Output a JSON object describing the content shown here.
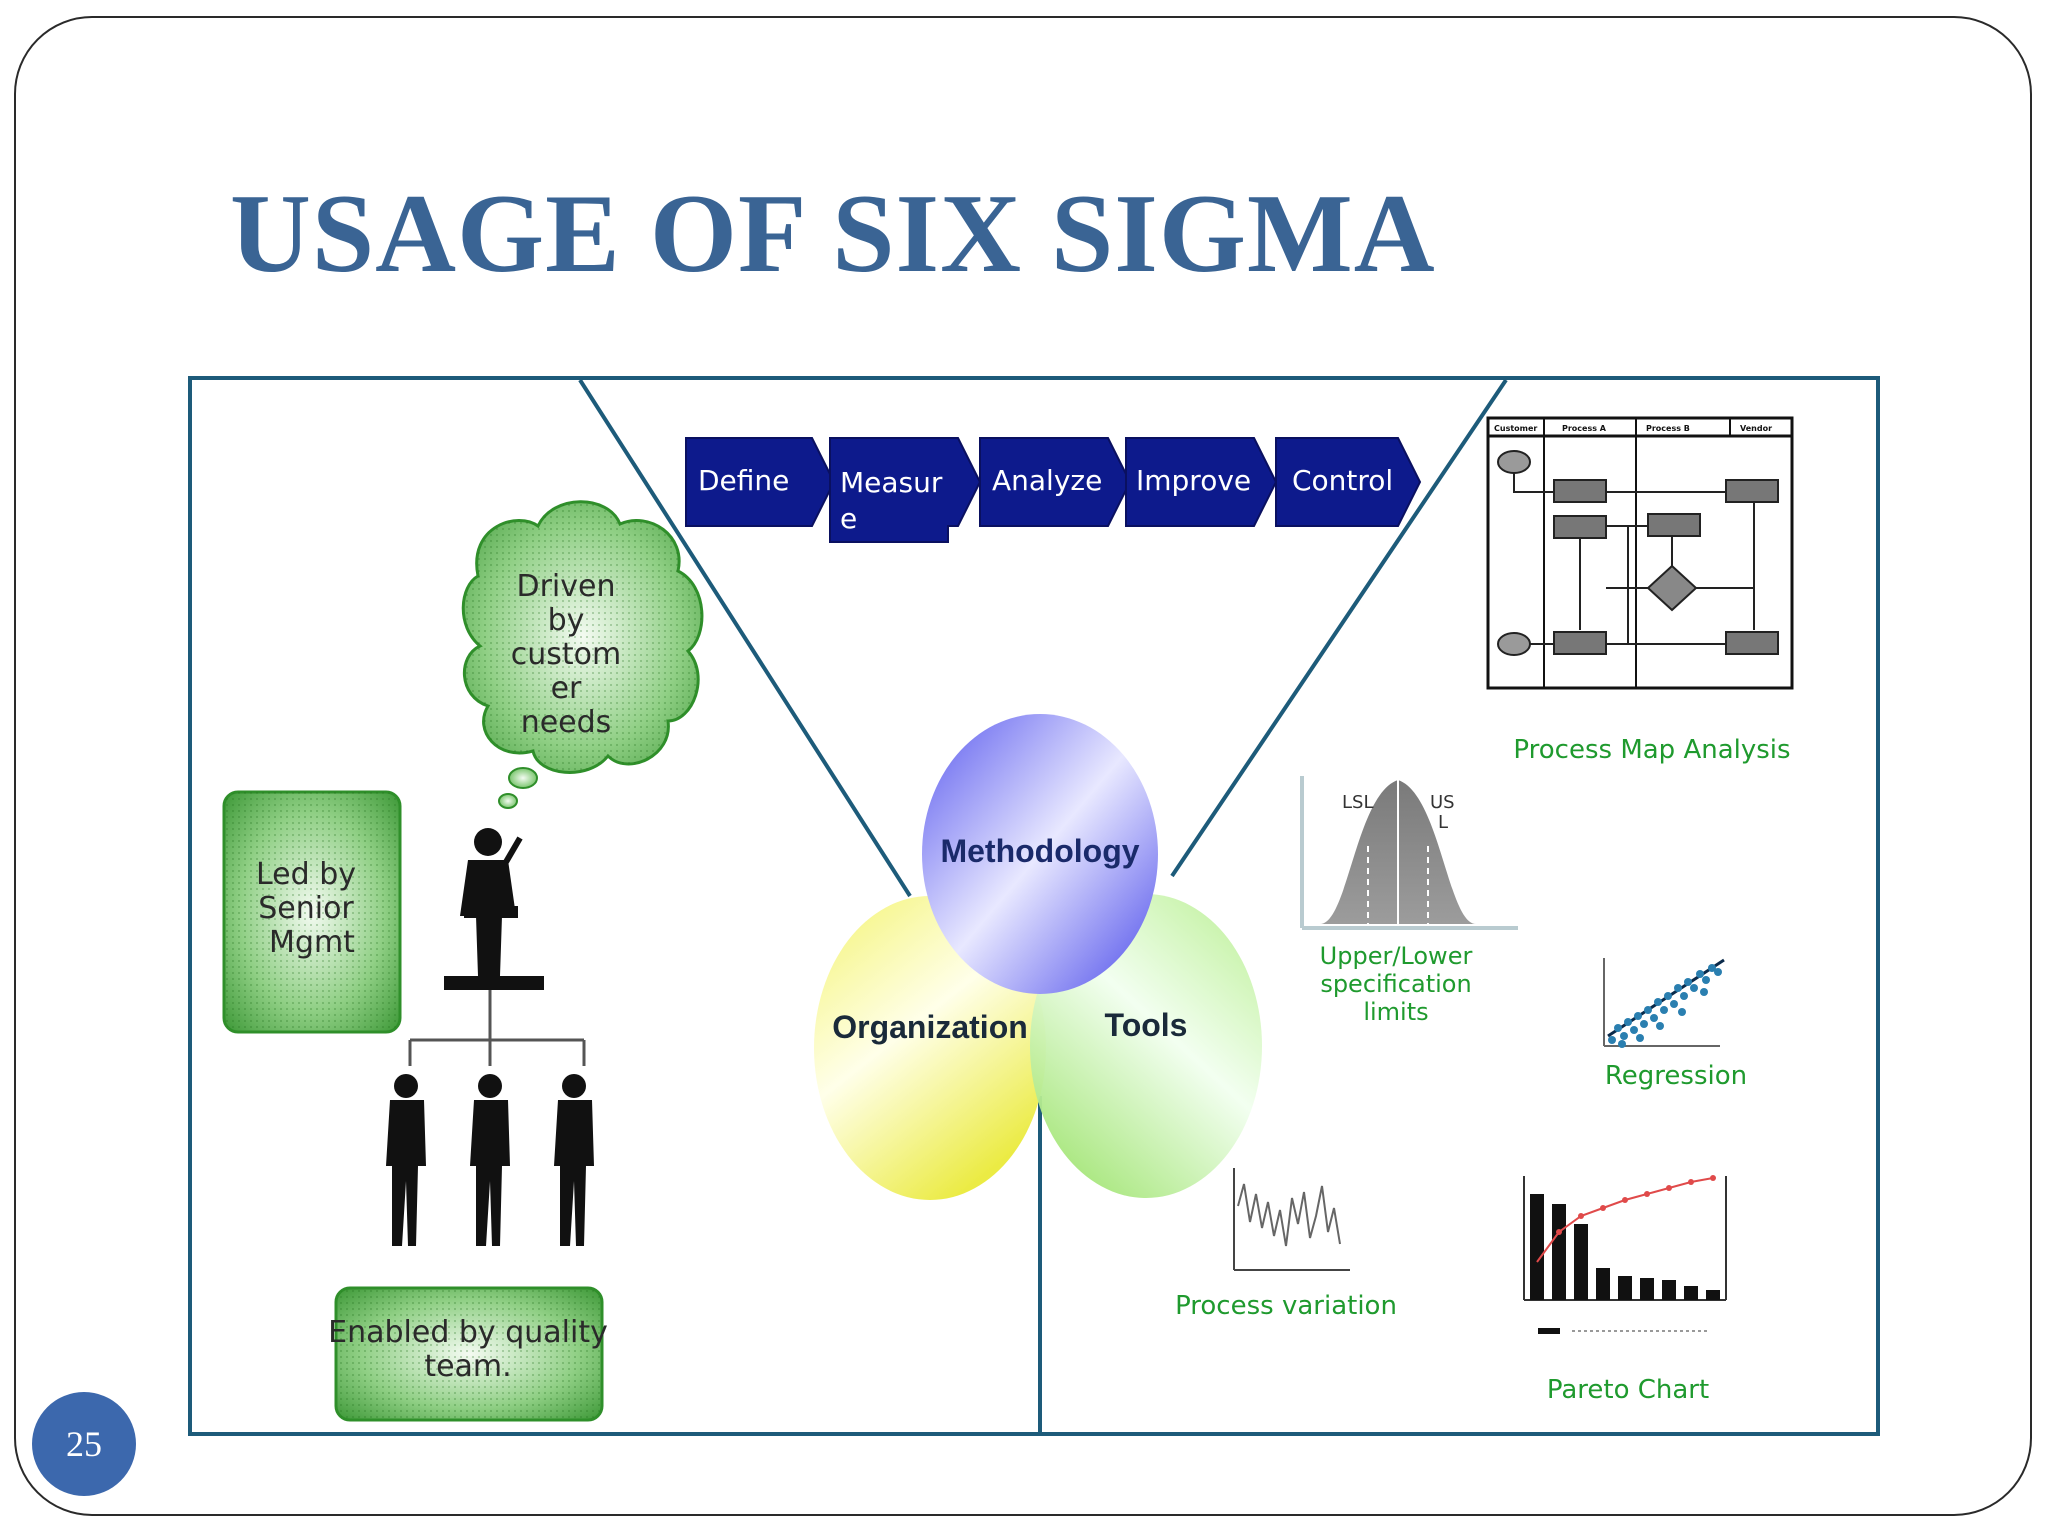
{
  "slide": {
    "title": "USAGE OF SIX SIGMA",
    "page_number": "25"
  },
  "dmaic": {
    "steps": [
      "Define",
      "Measur",
      "Analyze",
      "Improve",
      "Control"
    ],
    "measure_wrap": "e",
    "fill": "#0d1a8c"
  },
  "organization_panel": {
    "cloud_lines": [
      "Driven",
      "by",
      "custom",
      "er",
      "needs"
    ],
    "senior_lines": [
      "Led by",
      "Senior",
      "Mgmt"
    ],
    "team_lines": [
      "Enabled by quality",
      "team."
    ],
    "green": "#3e9e3a"
  },
  "venn": {
    "methodology": "Methodology",
    "organization": "Organization",
    "tools": "Tools"
  },
  "tools_panel": {
    "process_map_headers": [
      "Customer",
      "Process A",
      "Process B",
      "Vendor"
    ],
    "process_map": "Process Map Analysis",
    "lsl": "LSL",
    "usl_lines": [
      "US",
      "L"
    ],
    "spec_lines": [
      "Upper/Lower",
      "specification",
      "limits"
    ],
    "regression": "Regression",
    "process_variation": "Process variation",
    "pareto": "Pareto Chart",
    "label_green": "#1f9a2e"
  },
  "colors": {
    "title": "#3a6494",
    "frame_line": "#1d5b7a",
    "page_badge": "#3c68ad"
  }
}
